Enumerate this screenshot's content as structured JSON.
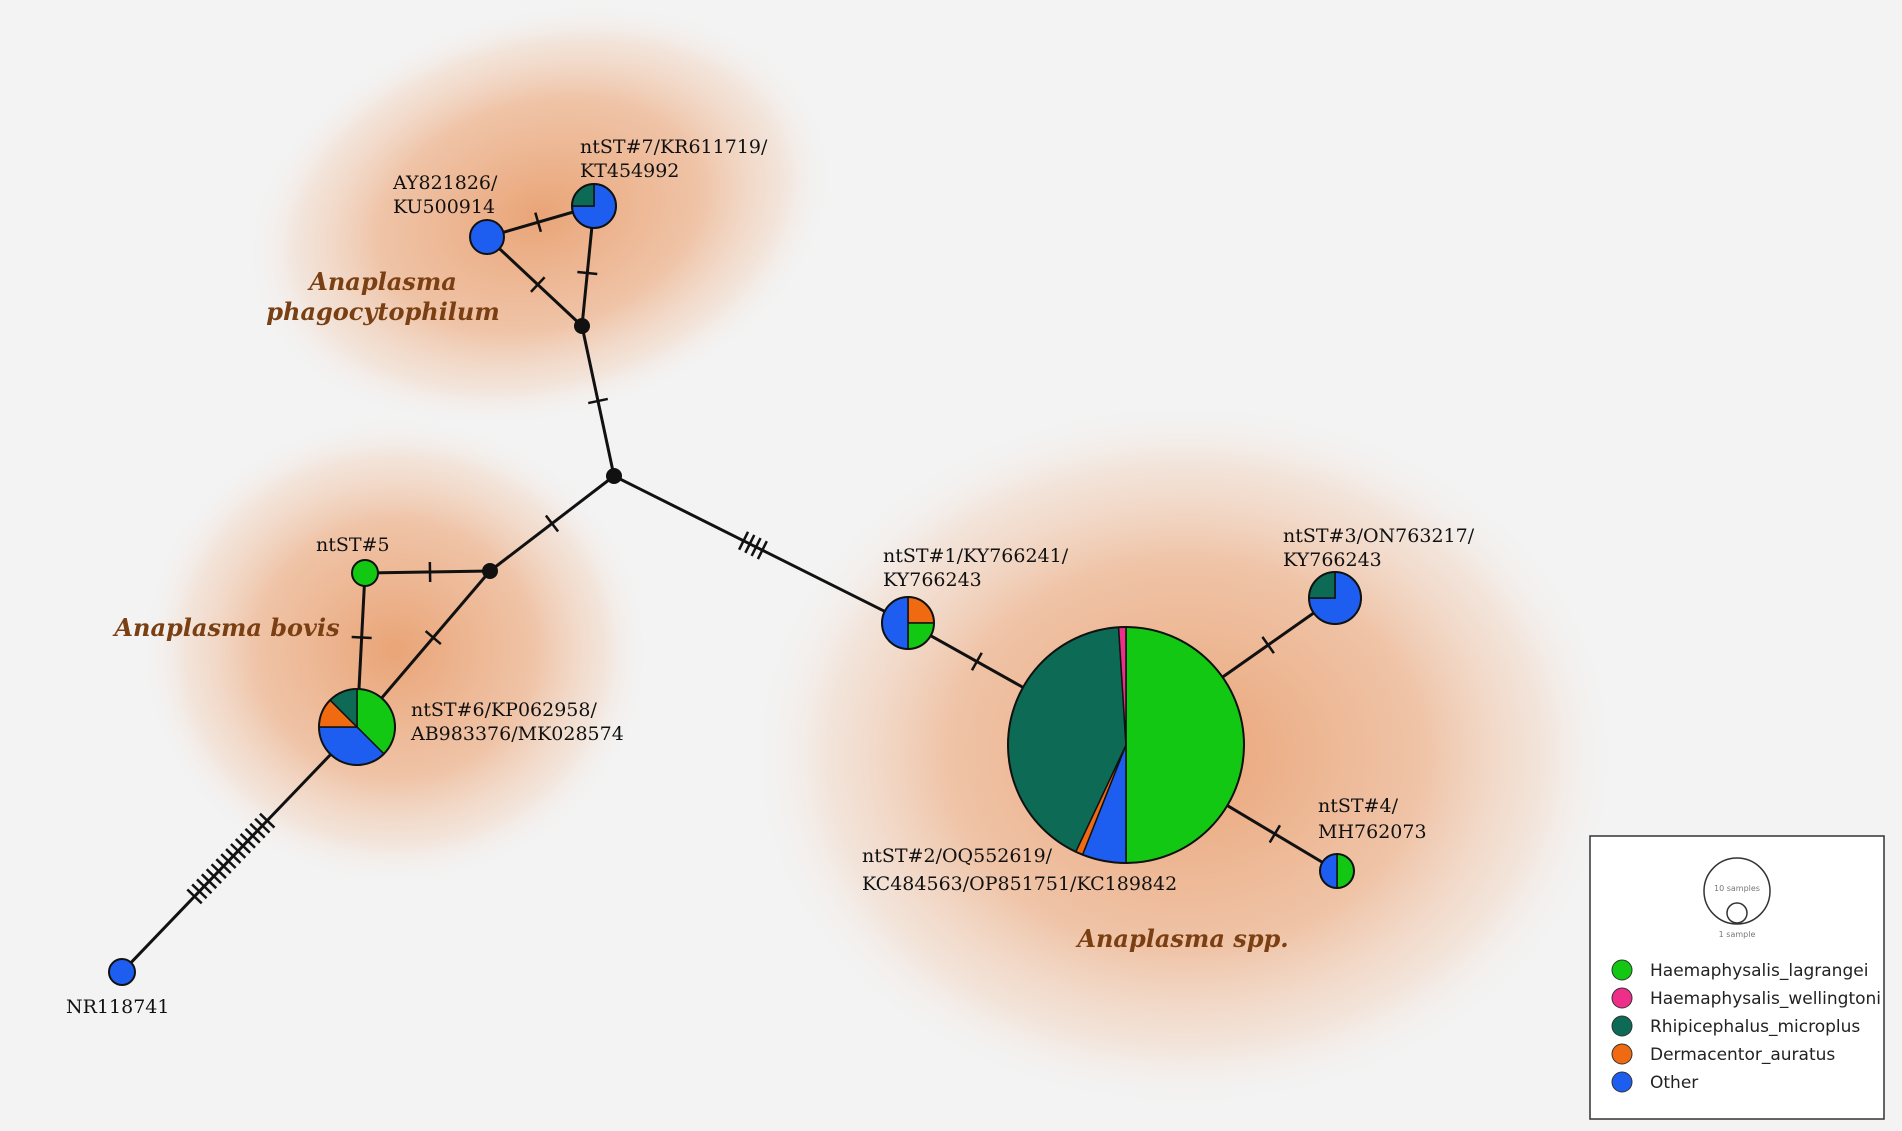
{
  "colors": {
    "Haemaphysalis_lagrangei": "#12c812",
    "Haemaphysalis_wellingtoni": "#ee2e88",
    "Rhipicephalus_microplus": "#0d6b55",
    "Dermacentor_auratus": "#f06a12",
    "Other": "#1d5ef0",
    "edge": "#111111",
    "cluster": "#eaa57a"
  },
  "clusters": [
    {
      "label_lines": [
        "Anaplasma",
        "phagocytophilum"
      ]
    },
    {
      "label_lines": [
        "Anaplasma bovis"
      ]
    },
    {
      "label_lines": [
        "Anaplasma spp."
      ]
    }
  ],
  "nodes": [
    {
      "id": "ntST7",
      "label_lines": [
        "ntST#7/KR611719/",
        "KT454992"
      ],
      "slices": [
        {
          "group": "Other",
          "fraction": 0.75
        },
        {
          "group": "Rhipicephalus_microplus",
          "fraction": 0.25
        }
      ]
    },
    {
      "id": "AY821826",
      "label_lines": [
        "AY821826/",
        "KU500914"
      ],
      "slices": [
        {
          "group": "Other",
          "fraction": 1.0
        }
      ]
    },
    {
      "id": "ntST5",
      "label_lines": [
        "ntST#5"
      ],
      "slices": [
        {
          "group": "Haemaphysalis_lagrangei",
          "fraction": 1.0
        }
      ]
    },
    {
      "id": "ntST6",
      "label_lines": [
        "ntST#6/KP062958/",
        "AB983376/MK028574"
      ],
      "slices": [
        {
          "group": "Haemaphysalis_lagrangei",
          "fraction": 0.375
        },
        {
          "group": "Other",
          "fraction": 0.375
        },
        {
          "group": "Dermacentor_auratus",
          "fraction": 0.125
        },
        {
          "group": "Rhipicephalus_microplus",
          "fraction": 0.125
        }
      ]
    },
    {
      "id": "NR118741",
      "label_lines": [
        "NR118741"
      ],
      "slices": [
        {
          "group": "Other",
          "fraction": 1.0
        }
      ]
    },
    {
      "id": "ntST1",
      "label_lines": [
        "ntST#1/KY766241/",
        "KY766243"
      ],
      "slices": [
        {
          "group": "Dermacentor_auratus",
          "fraction": 0.25
        },
        {
          "group": "Haemaphysalis_lagrangei",
          "fraction": 0.25
        },
        {
          "group": "Other",
          "fraction": 0.5
        }
      ]
    },
    {
      "id": "ntST2",
      "label_lines": [
        "ntST#2/OQ552619/",
        "KC484563/OP851751/KC189842"
      ],
      "slices": [
        {
          "group": "Haemaphysalis_lagrangei",
          "fraction": 0.5
        },
        {
          "group": "Other",
          "fraction": 0.06
        },
        {
          "group": "Dermacentor_auratus",
          "fraction": 0.01
        },
        {
          "group": "Rhipicephalus_microplus",
          "fraction": 0.42
        },
        {
          "group": "Haemaphysalis_wellingtoni",
          "fraction": 0.01
        }
      ]
    },
    {
      "id": "ntST3",
      "label_lines": [
        "ntST#3/ON763217/",
        "KY766243"
      ],
      "slices": [
        {
          "group": "Other",
          "fraction": 0.75
        },
        {
          "group": "Rhipicephalus_microplus",
          "fraction": 0.25
        }
      ]
    },
    {
      "id": "ntST4",
      "label_lines": [
        "ntST#4/",
        "MH762073"
      ],
      "slices": [
        {
          "group": "Haemaphysalis_lagrangei",
          "fraction": 0.5
        },
        {
          "group": "Other",
          "fraction": 0.5
        }
      ]
    }
  ],
  "edges": [
    {
      "from": "AY821826",
      "to": "ntST7",
      "mutations": 1
    },
    {
      "from": "AY821826",
      "to": "median_top",
      "mutations": 1
    },
    {
      "from": "ntST7",
      "to": "median_top",
      "mutations": 1
    },
    {
      "from": "median_top",
      "to": "median_center",
      "mutations": 1
    },
    {
      "from": "median_center",
      "to": "median_bovis",
      "mutations": 1
    },
    {
      "from": "median_center",
      "to": "ntST1",
      "mutations": 4
    },
    {
      "from": "median_bovis",
      "to": "ntST5",
      "mutations": 1
    },
    {
      "from": "median_bovis",
      "to": "ntST6",
      "mutations": 1
    },
    {
      "from": "ntST5",
      "to": "ntST6",
      "mutations": 1
    },
    {
      "from": "ntST6",
      "to": "NR118741",
      "mutations": 16
    },
    {
      "from": "ntST1",
      "to": "ntST2",
      "mutations": 1
    },
    {
      "from": "ntST2",
      "to": "ntST3",
      "mutations": 1
    },
    {
      "from": "ntST2",
      "to": "ntST4",
      "mutations": 1
    }
  ],
  "legend": {
    "scale_large": "10 samples",
    "scale_small": "1 sample",
    "items": [
      {
        "group": "Haemaphysalis_lagrangei",
        "label": "Haemaphysalis_lagrangei"
      },
      {
        "group": "Haemaphysalis_wellingtoni",
        "label": "Haemaphysalis_wellingtoni"
      },
      {
        "group": "Rhipicephalus_microplus",
        "label": "Rhipicephalus_microplus"
      },
      {
        "group": "Dermacentor_auratus",
        "label": "Dermacentor_auratus"
      },
      {
        "group": "Other",
        "label": "Other"
      }
    ]
  }
}
